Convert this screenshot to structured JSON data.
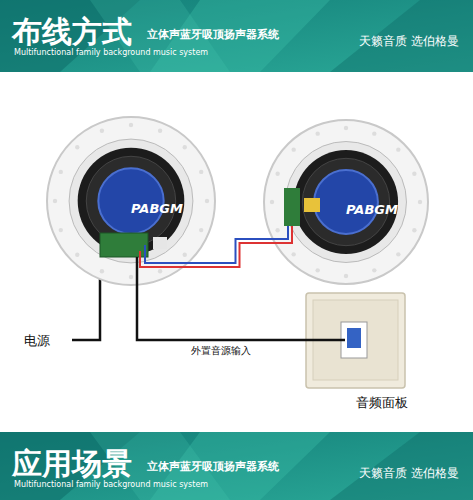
{
  "diagram": {
    "nodes": [
      {
        "text": [
          "布线方式",
          "立体声蓝牙吸顶扬声器系统",
          "Multifunctional family background music system",
          "天籁音质 选伯格曼"
        ]
      },
      {
        "text": [
          "PABGM"
        ]
      },
      {
        "text": [
          "PABGM"
        ]
      },
      {
        "text": [
          "音频面板"
        ]
      },
      {
        "text": [
          "应用场景",
          "立体声蓝牙吸顶扬声器系统",
          "Multifunctional family background music system",
          "天籁音质 选伯格曼"
        ]
      }
    ],
    "edges": [
      {
        "from": 1,
        "to": 2,
        "arrow": "none"
      },
      {
        "from": 1,
        "to": 3,
        "label": "外置音源输入",
        "arrow": "none"
      }
    ],
    "labels": [
      "电源"
    ]
  }
}
